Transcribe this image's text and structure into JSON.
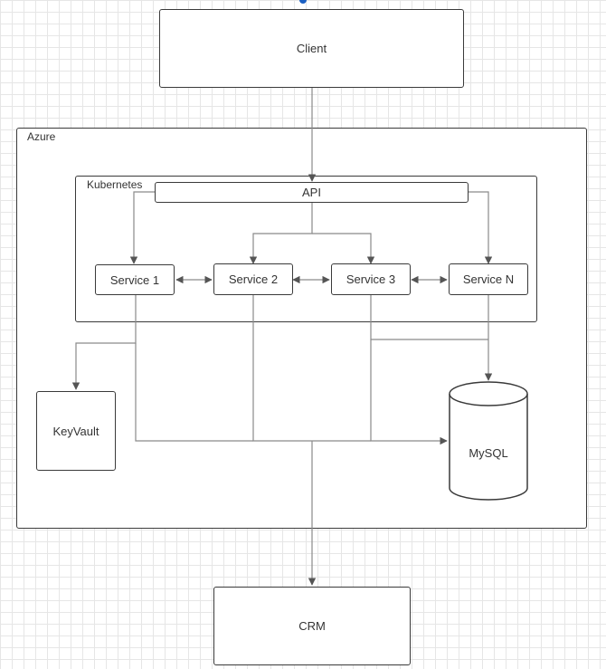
{
  "diagram": {
    "containers": {
      "azure": "Azure",
      "kubernetes": "Kubernetes"
    },
    "nodes": {
      "client": "Client",
      "api": "API",
      "service1": "Service 1",
      "service2": "Service 2",
      "service3": "Service 3",
      "serviceN": "Service N",
      "keyvault": "KeyVault",
      "mysql": "MySQL",
      "crm": "CRM"
    }
  },
  "colors": {
    "stroke": "#3a3a3a",
    "connector": "#8a8a8a",
    "grid": "#e6e6e6",
    "selection_handle": "#1a5fc2"
  }
}
